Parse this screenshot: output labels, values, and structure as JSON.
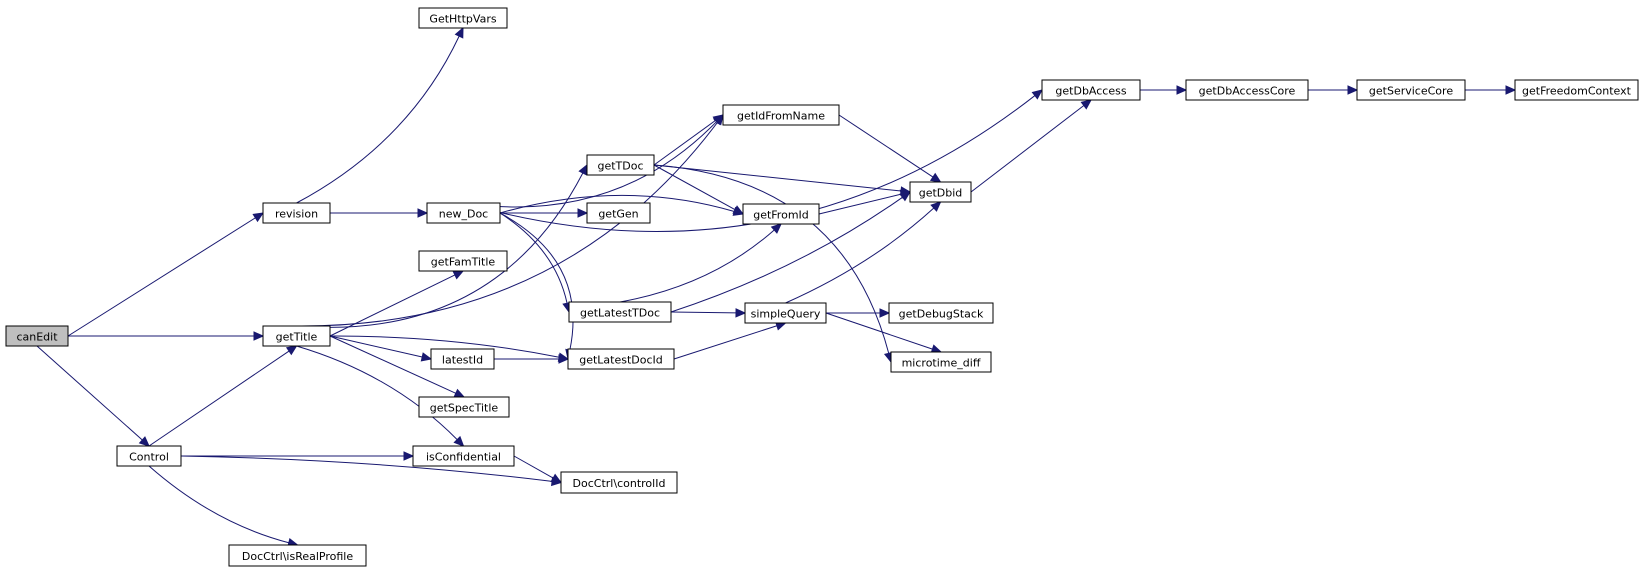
{
  "diagram": {
    "nodes": [
      {
        "id": "canEdit",
        "label": "canEdit",
        "root": true
      },
      {
        "id": "revision",
        "label": "revision"
      },
      {
        "id": "getTitle",
        "label": "getTitle"
      },
      {
        "id": "Control",
        "label": "Control"
      },
      {
        "id": "GetHttpVars",
        "label": "GetHttpVars"
      },
      {
        "id": "new_Doc",
        "label": "new_Doc"
      },
      {
        "id": "getFamTitle",
        "label": "getFamTitle"
      },
      {
        "id": "latestId",
        "label": "latestId"
      },
      {
        "id": "getSpecTitle",
        "label": "getSpecTitle"
      },
      {
        "id": "isConfidential",
        "label": "isConfidential"
      },
      {
        "id": "DocCtrlIsRealProfile",
        "label": "DocCtrl\\isRealProfile"
      },
      {
        "id": "getTDoc",
        "label": "getTDoc"
      },
      {
        "id": "getGen",
        "label": "getGen"
      },
      {
        "id": "getLatestTDoc",
        "label": "getLatestTDoc"
      },
      {
        "id": "getLatestDocId",
        "label": "getLatestDocId"
      },
      {
        "id": "DocCtrlControlId",
        "label": "DocCtrl\\controlId"
      },
      {
        "id": "getIdFromName",
        "label": "getIdFromName"
      },
      {
        "id": "getFromId",
        "label": "getFromId"
      },
      {
        "id": "simpleQuery",
        "label": "simpleQuery"
      },
      {
        "id": "getDbid",
        "label": "getDbid"
      },
      {
        "id": "getDebugStack",
        "label": "getDebugStack"
      },
      {
        "id": "microtime_diff",
        "label": "microtime_diff"
      },
      {
        "id": "getDbAccess",
        "label": "getDbAccess"
      },
      {
        "id": "getDbAccessCore",
        "label": "getDbAccessCore"
      },
      {
        "id": "getServiceCore",
        "label": "getServiceCore"
      },
      {
        "id": "getFreedomContext",
        "label": "getFreedomContext"
      }
    ],
    "edges": [
      {
        "from": "canEdit",
        "to": "revision"
      },
      {
        "from": "canEdit",
        "to": "getTitle"
      },
      {
        "from": "canEdit",
        "to": "Control"
      },
      {
        "from": "revision",
        "to": "GetHttpVars"
      },
      {
        "from": "revision",
        "to": "new_Doc"
      },
      {
        "from": "getTitle",
        "to": "getIdFromName"
      },
      {
        "from": "getTitle",
        "to": "getTDoc"
      },
      {
        "from": "getTitle",
        "to": "getFamTitle"
      },
      {
        "from": "getTitle",
        "to": "getLatestDocId"
      },
      {
        "from": "getTitle",
        "to": "latestId"
      },
      {
        "from": "getTitle",
        "to": "getSpecTitle"
      },
      {
        "from": "getTitle",
        "to": "isConfidential"
      },
      {
        "from": "Control",
        "to": "getTitle"
      },
      {
        "from": "Control",
        "to": "isConfidential"
      },
      {
        "from": "Control",
        "to": "DocCtrlControlId"
      },
      {
        "from": "Control",
        "to": "DocCtrlIsRealProfile"
      },
      {
        "from": "new_Doc",
        "to": "getDbAccess"
      },
      {
        "from": "new_Doc",
        "to": "getIdFromName"
      },
      {
        "from": "new_Doc",
        "to": "getGen"
      },
      {
        "from": "new_Doc",
        "to": "getFromId"
      },
      {
        "from": "new_Doc",
        "to": "getLatestTDoc"
      },
      {
        "from": "new_Doc",
        "to": "getLatestDocId"
      },
      {
        "from": "latestId",
        "to": "getLatestDocId"
      },
      {
        "from": "isConfidential",
        "to": "DocCtrlControlId"
      },
      {
        "from": "getTDoc",
        "to": "getIdFromName"
      },
      {
        "from": "getTDoc",
        "to": "getDbid"
      },
      {
        "from": "getTDoc",
        "to": "getFromId"
      },
      {
        "from": "getTDoc",
        "to": "microtime_diff"
      },
      {
        "from": "getLatestTDoc",
        "to": "getFromId"
      },
      {
        "from": "getLatestTDoc",
        "to": "getDbid"
      },
      {
        "from": "getLatestTDoc",
        "to": "simpleQuery"
      },
      {
        "from": "getLatestDocId",
        "to": "simpleQuery"
      },
      {
        "from": "getIdFromName",
        "to": "getDbid"
      },
      {
        "from": "getFromId",
        "to": "getDbid"
      },
      {
        "from": "simpleQuery",
        "to": "getDbid"
      },
      {
        "from": "simpleQuery",
        "to": "getDebugStack"
      },
      {
        "from": "simpleQuery",
        "to": "microtime_diff"
      },
      {
        "from": "getDbid",
        "to": "getDbAccess"
      },
      {
        "from": "getDbAccess",
        "to": "getDbAccessCore"
      },
      {
        "from": "getDbAccessCore",
        "to": "getServiceCore"
      },
      {
        "from": "getServiceCore",
        "to": "getFreedomContext"
      }
    ]
  }
}
